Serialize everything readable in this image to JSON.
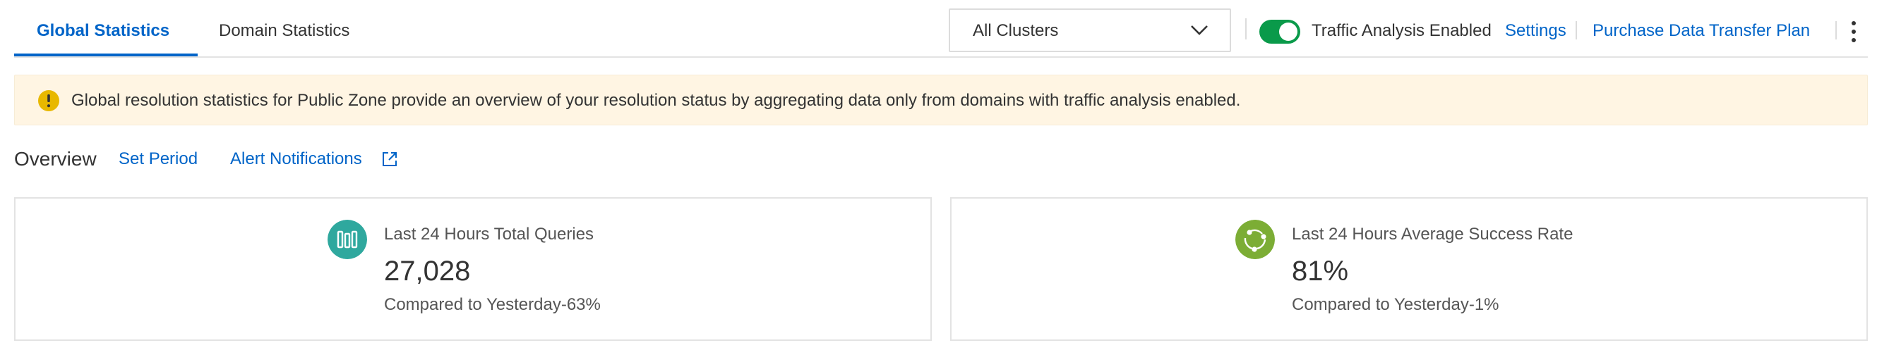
{
  "tabs": [
    {
      "label": "Global Statistics",
      "active": true
    },
    {
      "label": "Domain Statistics",
      "active": false
    }
  ],
  "cluster_select": {
    "value": "All Clusters",
    "icon": "chevron-down-icon"
  },
  "traffic_toggle": {
    "label": "Traffic Analysis Enabled",
    "on": true
  },
  "header_links": {
    "settings": "Settings",
    "purchase": "Purchase Data Transfer Plan"
  },
  "notice": {
    "icon": "warning-icon",
    "text": "Global resolution statistics for Public Zone provide an overview of your resolution status by aggregating data only from domains with traffic analysis enabled."
  },
  "overview": {
    "title": "Overview",
    "set_period": "Set Period",
    "alert_notifications": "Alert Notifications"
  },
  "cards": [
    {
      "icon": "bar-chart-icon",
      "label": "Last 24 Hours Total Queries",
      "value": "27,028",
      "compare_label": "Compared to Yesterday",
      "compare_value": "-63%"
    },
    {
      "icon": "success-rate-icon",
      "label": "Last 24 Hours Average Success Rate",
      "value": "81%",
      "compare_label": "Compared to Yesterday",
      "compare_value": "-1%"
    }
  ],
  "colors": {
    "accent": "#0064c8",
    "toggle_on": "#0a9a4a",
    "notice_bg": "#fff5e3",
    "warning": "#e8b800",
    "queries_icon": "#2fa89e",
    "success_icon": "#7cad35"
  }
}
